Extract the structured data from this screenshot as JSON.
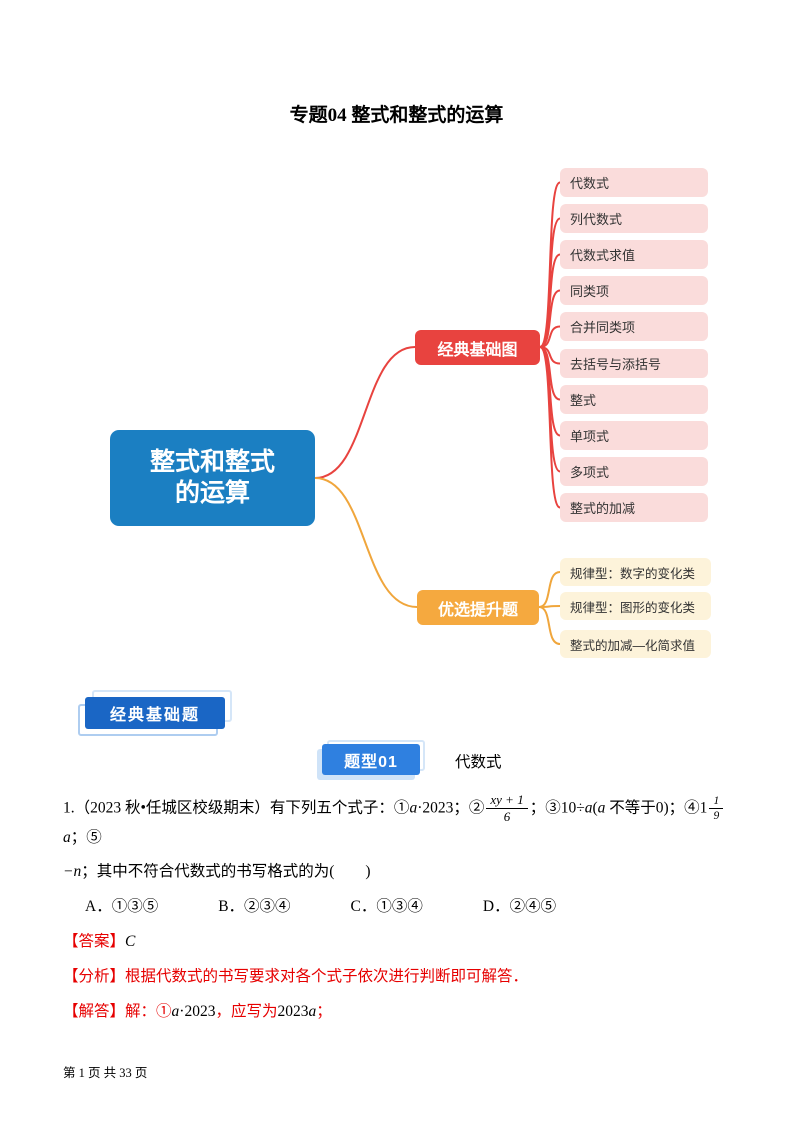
{
  "colors": {
    "root_blue": "#1b7fc2",
    "branch_red": "#e8433f",
    "leaf_pink": "#fadcdb",
    "branch_orange": "#f5a93f",
    "leaf_yellow": "#fdf3da",
    "basics_badge_blue": "#1a66c5",
    "type_badge_blue": "#2f80e0",
    "answer_red": "#e60000"
  },
  "page": {
    "title": "专题04 整式和整式的运算",
    "footer": "第 1 页 共 33 页"
  },
  "mindmap": {
    "root": {
      "line1": "整式和整式",
      "line2": "的运算"
    },
    "branch1": {
      "label": "经典基础图",
      "children": [
        "代数式",
        "列代数式",
        "代数式求值",
        "同类项",
        "合并同类项",
        "去括号与添括号",
        "整式",
        "单项式",
        "多项式",
        "整式的加减"
      ]
    },
    "branch2": {
      "label": "优选提升题",
      "children": [
        "规律型：数字的变化类",
        "规律型：图形的变化类",
        "整式的加减—化简求值"
      ]
    }
  },
  "sections": {
    "basics_badge": "经典基础题",
    "type_badge": "题型01",
    "type_label": "代数式"
  },
  "question": {
    "line1": {
      "s1": "1.（2023 秋•任城区校级期末）有下列五个式子：①",
      "m1a": "a",
      "m1b": "·2023",
      "s2": "；②",
      "frac1_num": "xy + 1",
      "frac1_den": "6",
      "s3": "；③10÷",
      "m3a": "a",
      "m3b": "(",
      "m3c": "a",
      "m3d": " 不等于0)",
      "s4": "；④1",
      "frac2_num": "1",
      "frac2_den": "9",
      "m4": "a",
      "s5": "；⑤"
    },
    "line2": {
      "m": "−n",
      "s": "；其中不符合代数式的书写格式的为(　　)"
    },
    "options": [
      "A．①③⑤",
      "B．②③④",
      "C．①③④",
      "D．②④⑤"
    ],
    "answer_label": "【答案】",
    "answer_value": "C",
    "analysis_label": "【分析】",
    "analysis_text": "根据代数式的书写要求对各个式子依次进行判断即可解答．",
    "solution_label": "【解答】",
    "solution": {
      "s1": "解：①",
      "m1a": "a",
      "m1b": "·2023",
      "s2": "，应写为",
      "m2a": "2023",
      "m2b": "a",
      "s3": "；"
    }
  }
}
